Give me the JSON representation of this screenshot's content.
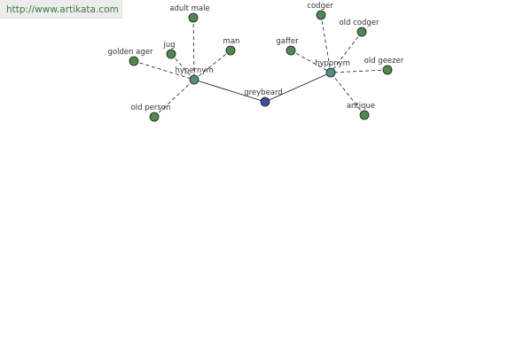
{
  "header": {
    "url": "http://www.artikata.com"
  },
  "graph": {
    "colors": {
      "leaf": "#4e8a4e",
      "hub": "#4f8f86",
      "center": "#3c4f9a",
      "stroke": "#1a1a1a"
    },
    "center": {
      "label": "greybeard"
    },
    "hubs": [
      {
        "id": "hypernym",
        "label": "hypernym"
      },
      {
        "id": "hyponym",
        "label": "hyponym"
      }
    ],
    "leaves": [
      {
        "label": "adult male",
        "hub": "hypernym"
      },
      {
        "label": "jug",
        "hub": "hypernym"
      },
      {
        "label": "man",
        "hub": "hypernym"
      },
      {
        "label": "golden ager",
        "hub": "hypernym"
      },
      {
        "label": "old person",
        "hub": "hypernym"
      },
      {
        "label": "codger",
        "hub": "hyponym"
      },
      {
        "label": "old codger",
        "hub": "hyponym"
      },
      {
        "label": "gaffer",
        "hub": "hyponym"
      },
      {
        "label": "old geezer",
        "hub": "hyponym"
      },
      {
        "label": "antique",
        "hub": "hyponym"
      }
    ]
  }
}
